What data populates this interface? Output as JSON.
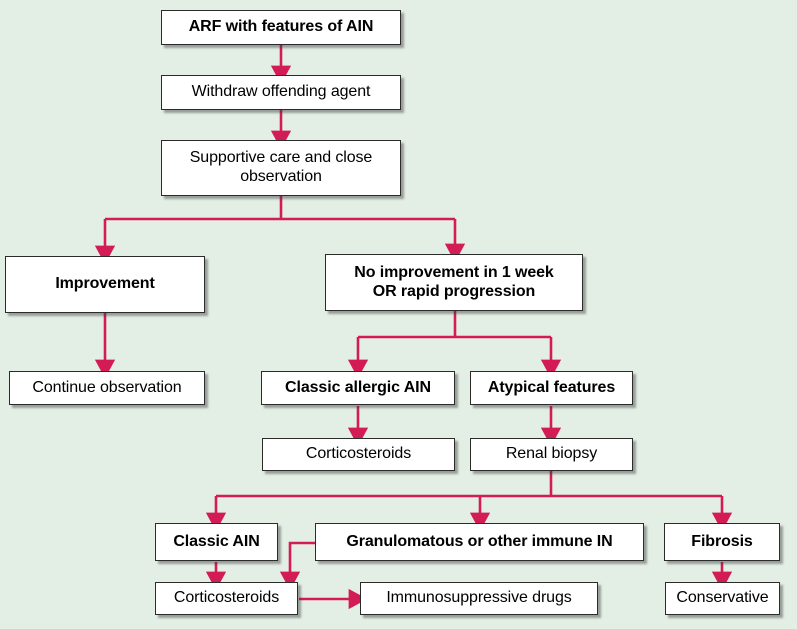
{
  "diagram": {
    "title": "ARF with features of AIN management algorithm",
    "background_color": "#e3efe5",
    "box_fill": "#ffffff",
    "box_border_color": "#2b2b2b",
    "connector_color": "#d31b56"
  },
  "nodes": {
    "arf": {
      "label": "ARF with features of AIN",
      "bold": true
    },
    "withdraw": {
      "label": "Withdraw offending agent",
      "bold": false
    },
    "supportive_line1": "Supportive care and close",
    "supportive_line2": "observation",
    "improvement": {
      "label": "Improvement",
      "bold": true
    },
    "no_improvement_line1": "No improvement in 1 week",
    "no_improvement_line2": "OR rapid progression",
    "continue_observation": {
      "label": "Continue observation",
      "bold": false
    },
    "classic_allergic_ain": {
      "label": "Classic allergic AIN",
      "bold": true
    },
    "atypical_features": {
      "label": "Atypical features",
      "bold": true
    },
    "corticosteroids_mid": {
      "label": "Corticosteroids",
      "bold": false
    },
    "renal_biopsy": {
      "label": "Renal biopsy",
      "bold": false
    },
    "classic_ain": {
      "label": "Classic AIN",
      "bold": true
    },
    "granulomatous": {
      "label": "Granulomatous or other immune IN",
      "bold": true
    },
    "fibrosis": {
      "label": "Fibrosis",
      "bold": true
    },
    "corticosteroids_bottom": {
      "label": "Corticosteroids",
      "bold": false
    },
    "immunosuppressive": {
      "label": "Immunosuppressive drugs",
      "bold": false
    },
    "conservative": {
      "label": "Conservative",
      "bold": false
    }
  },
  "flow": {
    "edges": [
      {
        "from": "arf",
        "to": "withdraw"
      },
      {
        "from": "withdraw",
        "to": "supportive"
      },
      {
        "from": "supportive",
        "to": "improvement"
      },
      {
        "from": "supportive",
        "to": "no_improvement"
      },
      {
        "from": "improvement",
        "to": "continue_observation"
      },
      {
        "from": "no_improvement",
        "to": "classic_allergic_ain"
      },
      {
        "from": "no_improvement",
        "to": "atypical_features"
      },
      {
        "from": "classic_allergic_ain",
        "to": "corticosteroids_mid"
      },
      {
        "from": "atypical_features",
        "to": "renal_biopsy"
      },
      {
        "from": "renal_biopsy",
        "to": "classic_ain"
      },
      {
        "from": "renal_biopsy",
        "to": "granulomatous"
      },
      {
        "from": "renal_biopsy",
        "to": "fibrosis"
      },
      {
        "from": "classic_ain",
        "to": "corticosteroids_bottom"
      },
      {
        "from": "granulomatous",
        "to": "corticosteroids_bottom"
      },
      {
        "from": "corticosteroids_bottom",
        "to": "immunosuppressive"
      },
      {
        "from": "fibrosis",
        "to": "conservative"
      }
    ]
  }
}
